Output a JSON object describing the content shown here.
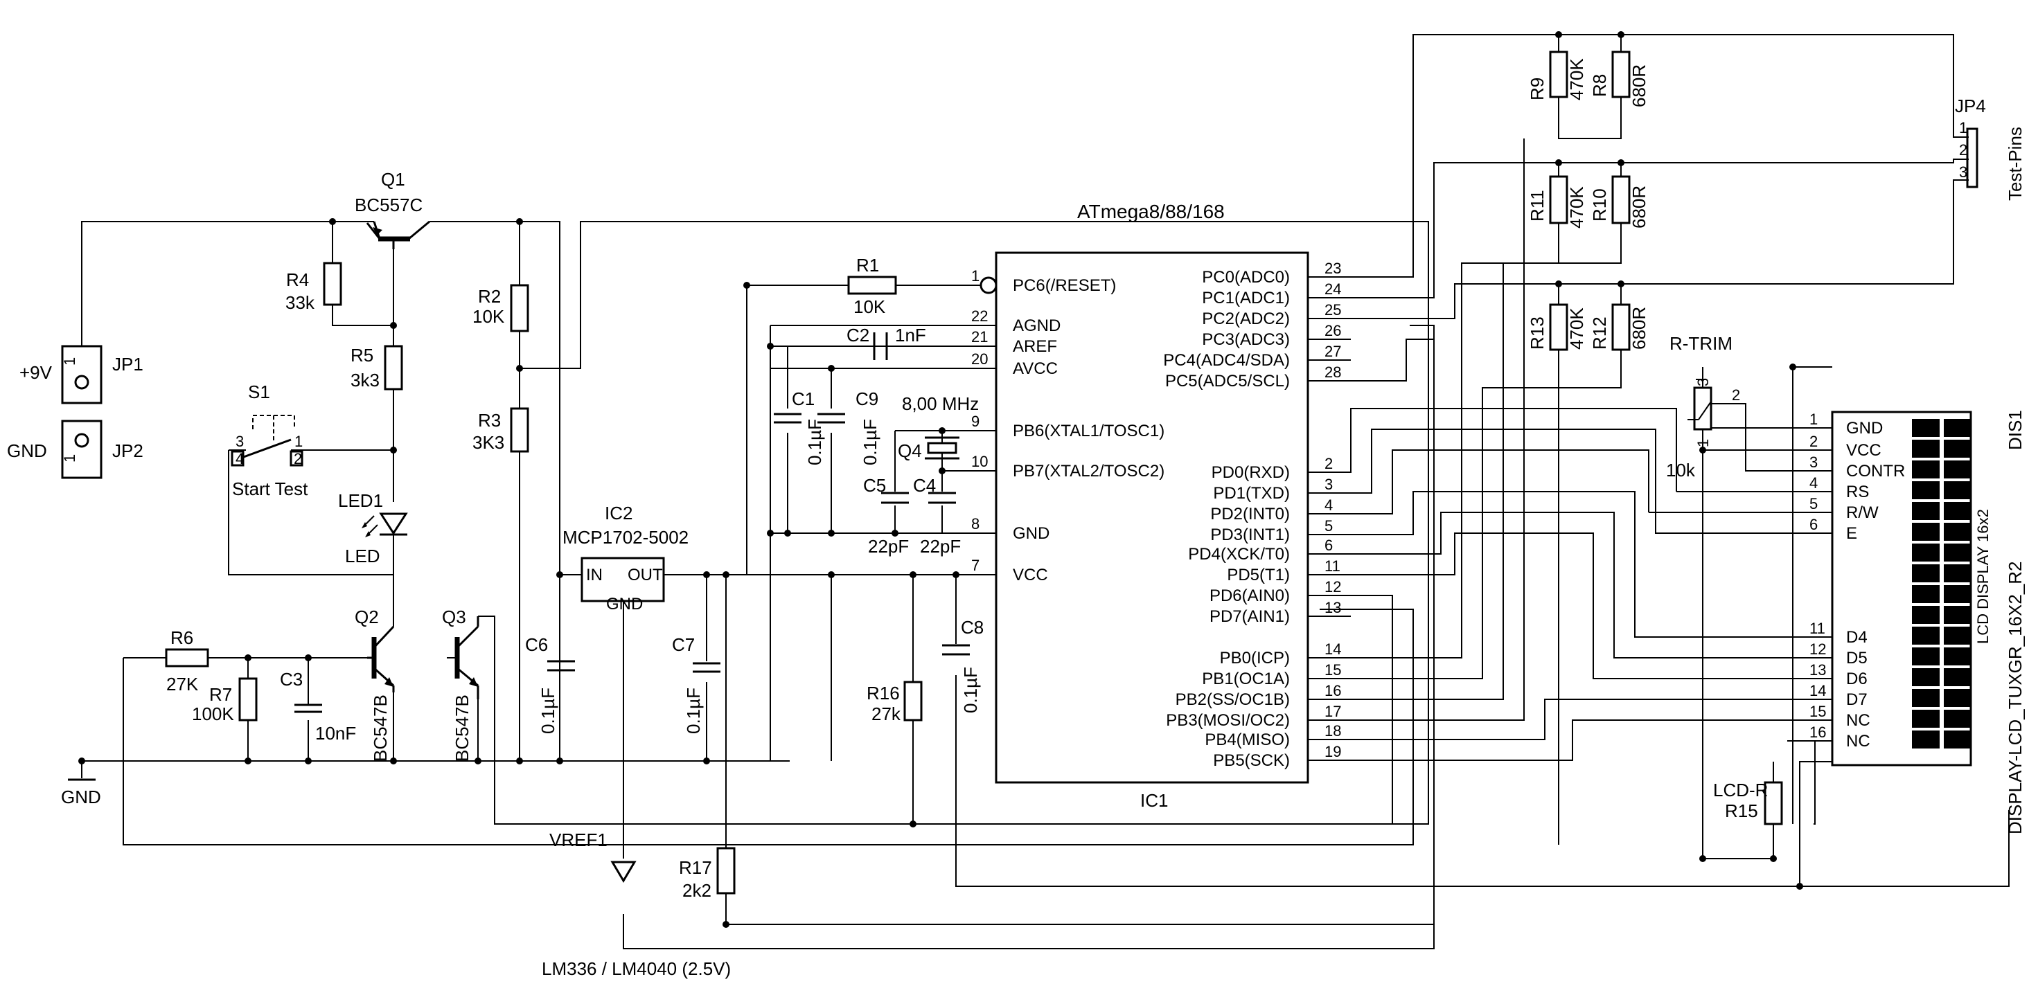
{
  "title": "",
  "power": {
    "jp1": "JP1",
    "jp1_label": "+9V",
    "jp2": "JP2",
    "jp2_label": "GND",
    "pin1": "1",
    "gnd_label": "GND"
  },
  "q1": {
    "name": "Q1",
    "type": "BC557C"
  },
  "q2": {
    "name": "Q2",
    "type": "BC547B"
  },
  "q3": {
    "name": "Q3",
    "type": "BC547B"
  },
  "switch": {
    "name": "S1",
    "label": "Start Test",
    "pins": [
      "3",
      "4",
      "1",
      "2"
    ]
  },
  "led": {
    "name": "LED1",
    "label": "LED"
  },
  "resistors": {
    "r1": [
      "R1",
      "10K"
    ],
    "r2": [
      "R2",
      "10K"
    ],
    "r3": [
      "R3",
      "3K3"
    ],
    "r4": [
      "R4",
      "33k"
    ],
    "r5": [
      "R5",
      "3k3"
    ],
    "r6": [
      "R6",
      "27K"
    ],
    "r7": [
      "R7",
      "100K"
    ],
    "r8": [
      "R8",
      "680R"
    ],
    "r9": [
      "R9",
      "470K"
    ],
    "r10": [
      "R10",
      "680R"
    ],
    "r11": [
      "R11",
      "470K"
    ],
    "r12": [
      "R12",
      "680R"
    ],
    "r13": [
      "R13",
      "470K"
    ],
    "r15": [
      "LCD-R",
      "R15"
    ],
    "r16": [
      "R16",
      "27k"
    ],
    "r17": [
      "R17",
      "2k2"
    ]
  },
  "caps": {
    "c1": [
      "C1",
      "0.1µF"
    ],
    "c2": [
      "C2",
      "1nF"
    ],
    "c3": [
      "C3",
      "10nF"
    ],
    "c4": [
      "C4",
      "22pF"
    ],
    "c5": [
      "C5",
      "22pF"
    ],
    "c6": [
      "C6",
      "0.1µF"
    ],
    "c7": [
      "C7",
      "0.1µF"
    ],
    "c8": [
      "C8",
      "0.1µF"
    ],
    "c9": [
      "C9",
      "0.1µF"
    ]
  },
  "crystal": {
    "name": "Q4",
    "freq": "8,00 MHz"
  },
  "regulator": {
    "name": "IC2",
    "type": "MCP1702-5002",
    "in": "IN",
    "out": "OUT",
    "gnd": "GND"
  },
  "vref": {
    "name": "VREF1",
    "type": "LM336 / LM4040 (2.5V)"
  },
  "mcu": {
    "title": "ATmega8/88/168",
    "name": "IC1",
    "left_pins": [
      {
        "num": "1",
        "label": "PC6(/RESET)"
      },
      {
        "num": "22",
        "label": "AGND"
      },
      {
        "num": "21",
        "label": "AREF"
      },
      {
        "num": "20",
        "label": "AVCC"
      },
      {
        "num": "9",
        "label": "PB6(XTAL1/TOSC1)"
      },
      {
        "num": "10",
        "label": "PB7(XTAL2/TOSC2)"
      },
      {
        "num": "8",
        "label": "GND"
      },
      {
        "num": "7",
        "label": "VCC"
      }
    ],
    "right_pins": [
      {
        "num": "23",
        "label": "PC0(ADC0)"
      },
      {
        "num": "24",
        "label": "PC1(ADC1)"
      },
      {
        "num": "25",
        "label": "PC2(ADC2)"
      },
      {
        "num": "26",
        "label": "PC3(ADC3)"
      },
      {
        "num": "27",
        "label": "PC4(ADC4/SDA)"
      },
      {
        "num": "28",
        "label": "PC5(ADC5/SCL)"
      },
      {
        "num": "2",
        "label": "PD0(RXD)"
      },
      {
        "num": "3",
        "label": "PD1(TXD)"
      },
      {
        "num": "4",
        "label": "PD2(INT0)"
      },
      {
        "num": "5",
        "label": "PD3(INT1)"
      },
      {
        "num": "6",
        "label": "PD4(XCK/T0)"
      },
      {
        "num": "11",
        "label": "PD5(T1)"
      },
      {
        "num": "12",
        "label": "PD6(AIN0)"
      },
      {
        "num": "13",
        "label": "PD7(AIN1)"
      },
      {
        "num": "14",
        "label": "PB0(ICP)"
      },
      {
        "num": "15",
        "label": "PB1(OC1A)"
      },
      {
        "num": "16",
        "label": "PB2(SS/OC1B)"
      },
      {
        "num": "17",
        "label": "PB3(MOSI/OC2)"
      },
      {
        "num": "18",
        "label": "PB4(MISO)"
      },
      {
        "num": "19",
        "label": "PB5(SCK)"
      }
    ]
  },
  "testpins": {
    "name": "JP4",
    "label": "Test-Pins",
    "pins": [
      "1",
      "2",
      "3"
    ]
  },
  "trim": {
    "name": "R-TRIM",
    "value": "10k",
    "pins": [
      "3",
      "2",
      "1"
    ]
  },
  "lcd": {
    "name": "DIS1",
    "part": "DISPLAY-LCD_TUXGR_16X2_R2",
    "inner": "LCD DISPLAY 16x2",
    "pins": [
      {
        "num": "1",
        "label": "GND"
      },
      {
        "num": "2",
        "label": "VCC"
      },
      {
        "num": "3",
        "label": "CONTR"
      },
      {
        "num": "4",
        "label": "RS"
      },
      {
        "num": "5",
        "label": "R/W"
      },
      {
        "num": "6",
        "label": "E"
      },
      {
        "num": "11",
        "label": "D4"
      },
      {
        "num": "12",
        "label": "D5"
      },
      {
        "num": "13",
        "label": "D6"
      },
      {
        "num": "14",
        "label": "D7"
      },
      {
        "num": "15",
        "label": "NC"
      },
      {
        "num": "16",
        "label": "NC"
      }
    ]
  }
}
